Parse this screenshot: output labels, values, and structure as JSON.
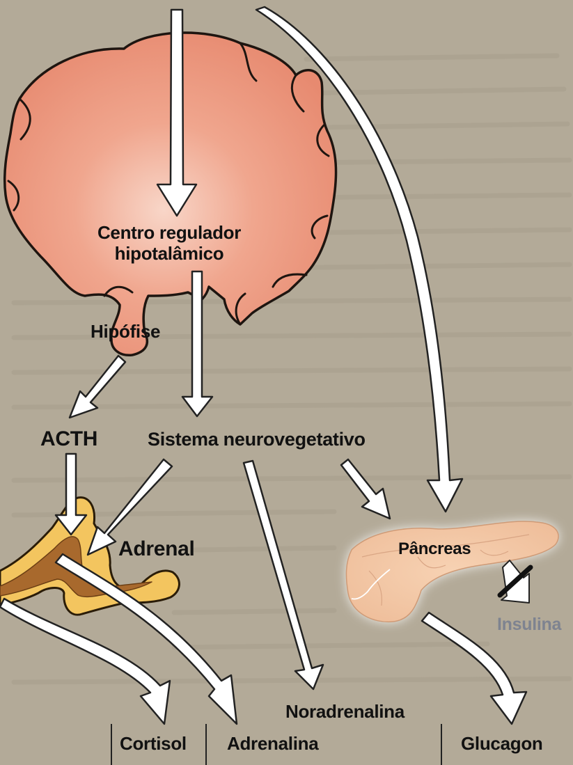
{
  "labels": {
    "centro_line1": "Centro regulador",
    "centro_line2": "hipotalâmico",
    "hipofise": "Hipófise",
    "acth": "ACTH",
    "sistema": "Sistema neurovegetativo",
    "adrenal": "Adrenal",
    "pancreas": "Pâncreas",
    "insulina": "Insulina",
    "noradrenalina": "Noradrenalina",
    "cortisol": "Cortisol",
    "adrenalina": "Adrenalina",
    "glucagon": "Glucagon"
  },
  "colors": {
    "background": "#b3aa98",
    "brain": "#eb8f74",
    "brain_highlight": "#f8d6c8",
    "adrenal_outer": "#f3c55f",
    "adrenal_inner": "#a8692d",
    "pancreas": "#f2c6a3",
    "arrow_fill": "#ffffff",
    "text": "#111111",
    "insulina_text": "#7e8390"
  }
}
